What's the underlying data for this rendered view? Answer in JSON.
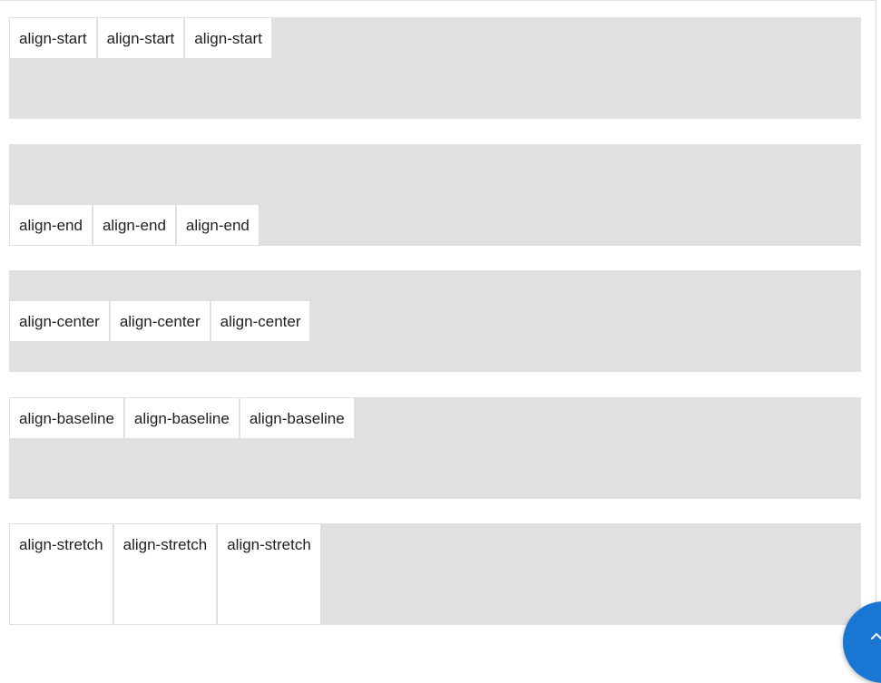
{
  "rows": [
    {
      "name": "align-start",
      "items": [
        "align-start",
        "align-start",
        "align-start"
      ]
    },
    {
      "name": "align-end",
      "items": [
        "align-end",
        "align-end",
        "align-end"
      ]
    },
    {
      "name": "align-center",
      "items": [
        "align-center",
        "align-center",
        "align-center"
      ]
    },
    {
      "name": "align-baseline",
      "items": [
        "align-baseline",
        "align-baseline",
        "align-baseline"
      ]
    },
    {
      "name": "align-stretch",
      "items": [
        "align-stretch",
        "align-stretch",
        "align-stretch"
      ]
    }
  ],
  "fab": {
    "icon": "chevron-up-icon"
  },
  "colors": {
    "row_background": "#e0e0e0",
    "cell_background": "#ffffff",
    "text": "#212121",
    "fab": "#1976d2"
  }
}
